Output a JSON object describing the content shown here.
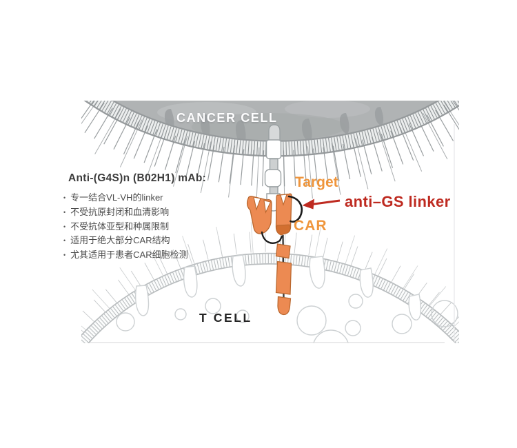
{
  "diagram": {
    "cancer_cell_label": "CANCER CELL",
    "t_cell_label": "T CELL",
    "target_label": "Target",
    "car_label": "CAR",
    "linker_annotation": "anti–GS linker"
  },
  "info_panel": {
    "heading": "Anti-(G4S)n (B02H1) mAb:",
    "bullets": [
      "专一结合VL-VH的linker",
      "不受抗原封闭和血清影响",
      "不受抗体亚型和种属限制",
      "适用于绝大部分CAR结构",
      "尤其适用于患者CAR细胞检测"
    ]
  },
  "icons": {
    "linker_arrow": "red-arrow-pointing-left-at-gs-linker-loop"
  },
  "colors": {
    "car_orange": "#EC8A52",
    "car_orange_dark": "#D26F30",
    "car_outline": "#B9672E",
    "label_orange": "#EF953B",
    "annotation_red": "#BE2A20",
    "cancer_cell_gray": "#B0B3B4",
    "membrane_tick_gray": "#8F9496",
    "t_cell_outline": "#CDD1D3",
    "linker_loop_black": "#1C1C1C",
    "text_dark": "#3C3C3C"
  }
}
